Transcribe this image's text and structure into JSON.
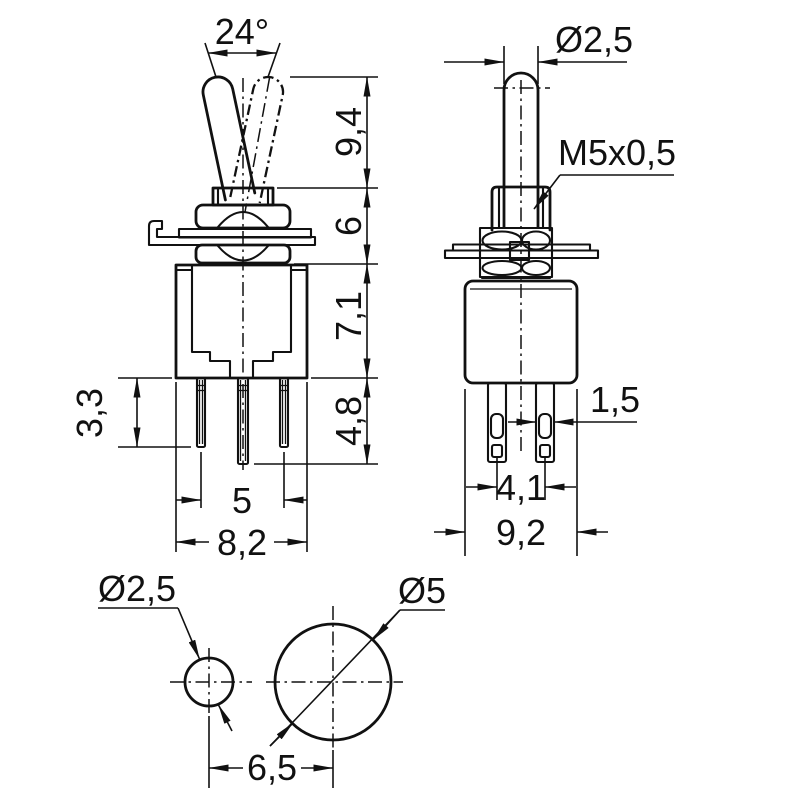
{
  "colors": {
    "line": "#111111",
    "background": "#ffffff"
  },
  "front_view": {
    "angle": "24°",
    "lever_length": "9,4",
    "bushing_height": "6",
    "body_height": "7,1",
    "pin_length": "4,8",
    "outer_pin_length": "3,3",
    "pin_pitch": "5",
    "body_width": "8,2"
  },
  "side_view": {
    "lever_diameter": "Ø2,5",
    "thread": "M5x0,5",
    "pin_thickness": "1,5",
    "pin_pitch": "4,1",
    "body_depth": "9,2"
  },
  "drill_plan": {
    "lever_hole_diameter": "Ø2,5",
    "bushing_hole_diameter": "Ø5",
    "hole_spacing": "6,5"
  }
}
